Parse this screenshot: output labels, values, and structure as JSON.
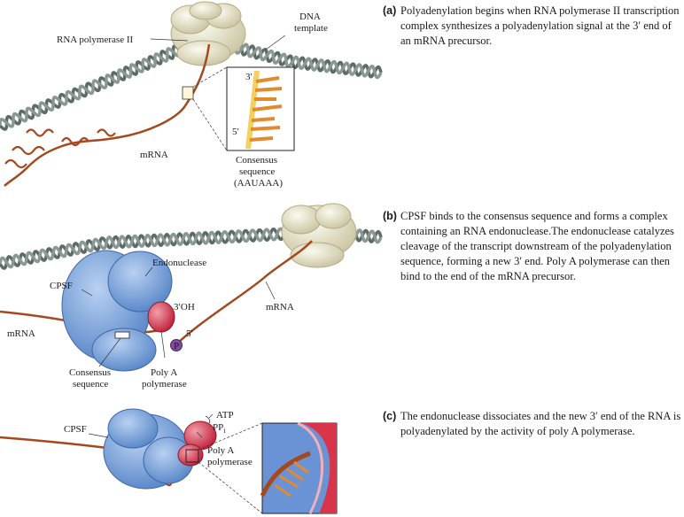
{
  "panels": [
    {
      "tag": "(a)",
      "caption": "Polyadenylation begins when RNA polymerase II transcription complex synthesizes a polyadenylation signal at the 3′ end of an mRNA precursor.",
      "labels": {
        "rna_polymerase": "RNA polymerase II",
        "dna_template_1": "DNA",
        "dna_template_2": "template",
        "mrna": "mRNA",
        "three_prime": "3′",
        "five_prime": "5′",
        "consensus_1": "Consensus",
        "consensus_2": "sequence",
        "consensus_3": "(AAUAAA)"
      }
    },
    {
      "tag": "(b)",
      "caption": "CPSF binds to the consensus sequence and forms a complex containing an RNA endonuclease.The endonuclease catalyzes cleavage of the transcript downstream of the polyadenylation sequence, forming a new 3′ end. Poly A polymerase can then bind to the end of the mRNA precursor.",
      "labels": {
        "endonuclease": "Endonuclease",
        "cpsf": "CPSF",
        "three_prime_oh": "3′OH",
        "mrna_right": "mRNA",
        "mrna_left": "mRNA",
        "five_prime": "5′",
        "phosphate": "P",
        "consensus_1": "Consensus",
        "consensus_2": "sequence",
        "polya_1": "Poly A",
        "polya_2": "polymerase"
      }
    },
    {
      "tag": "(c)",
      "caption": "The endonuclease dissociates and the new 3′ end of the RNA is polyadenylated by the activity of poly A polymerase.",
      "labels": {
        "atp": "ATP",
        "ppi": "PP",
        "ppi_sub": "i",
        "cpsf": "CPSF",
        "polya_1": "Poly A",
        "polya_2": "polymerase"
      }
    }
  ],
  "colors": {
    "dna": "#5b6b66",
    "mrna": "#a4491f",
    "polymerase": "#e7e3c9",
    "cpsf": "#7fa7dd",
    "polya": "#d8344a",
    "phosphate": "#7e4b9d"
  }
}
